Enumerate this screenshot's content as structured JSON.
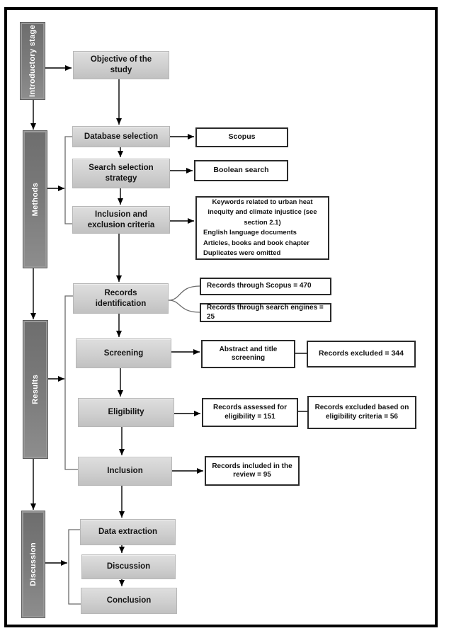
{
  "diagram_title": "Systematic review methodology flow diagram",
  "colors": {
    "stage_box_fill": "#7c7c7c",
    "stage_box_text": "#ffffff",
    "flow_box_fill": "#cfcfcf",
    "detail_box_fill": "#ffffff",
    "detail_box_border": "#2a2a2a",
    "connector": "#000000",
    "bracket": "#6b6b6b"
  },
  "stages": {
    "introductory": {
      "label": "Introductory stage"
    },
    "methods": {
      "label": "Methods"
    },
    "results": {
      "label": "Results"
    },
    "discussion": {
      "label": "Discussion"
    }
  },
  "flow": {
    "objective": {
      "label": "Objective of the study"
    },
    "database": {
      "label": "Database selection"
    },
    "search": {
      "label": "Search selection strategy"
    },
    "inclusion_exclusion": {
      "label": "Inclusion and exclusion criteria"
    },
    "records_identification": {
      "label": "Records identification"
    },
    "screening": {
      "label": "Screening"
    },
    "eligibility": {
      "label": "Eligibility"
    },
    "inclusion": {
      "label": "Inclusion"
    },
    "data_extraction": {
      "label": "Data extraction"
    },
    "discussion": {
      "label": "Discussion"
    },
    "conclusion": {
      "label": "Conclusion"
    }
  },
  "details": {
    "scopus": {
      "label": "Scopus"
    },
    "boolean": {
      "label": "Boolean search"
    },
    "criteria": {
      "items": [
        "Keywords related to urban heat inequity and climate injustice (see section 2.1)",
        "English language documents",
        "Articles, books and book chapter",
        "Duplicates were omitted"
      ]
    },
    "records_scopus": {
      "label": "Records through Scopus = 470"
    },
    "records_search_engines": {
      "label": "Records through search engines = 25"
    },
    "abstract_title_screening": {
      "label": "Abstract and title screening"
    },
    "records_excluded": {
      "label": "Records excluded = 344"
    },
    "records_assessed": {
      "label": "Records assessed for eligibility = 151"
    },
    "records_excluded_eligibility": {
      "label": "Records excluded based on eligibility criteria = 56"
    },
    "records_included": {
      "label": "Records included in the review = 95"
    }
  },
  "counts": {
    "records_through_scopus": 470,
    "records_through_search_engines": 25,
    "records_excluded": 344,
    "records_assessed_for_eligibility": 151,
    "records_excluded_eligibility_criteria": 56,
    "records_included_in_review": 95
  }
}
